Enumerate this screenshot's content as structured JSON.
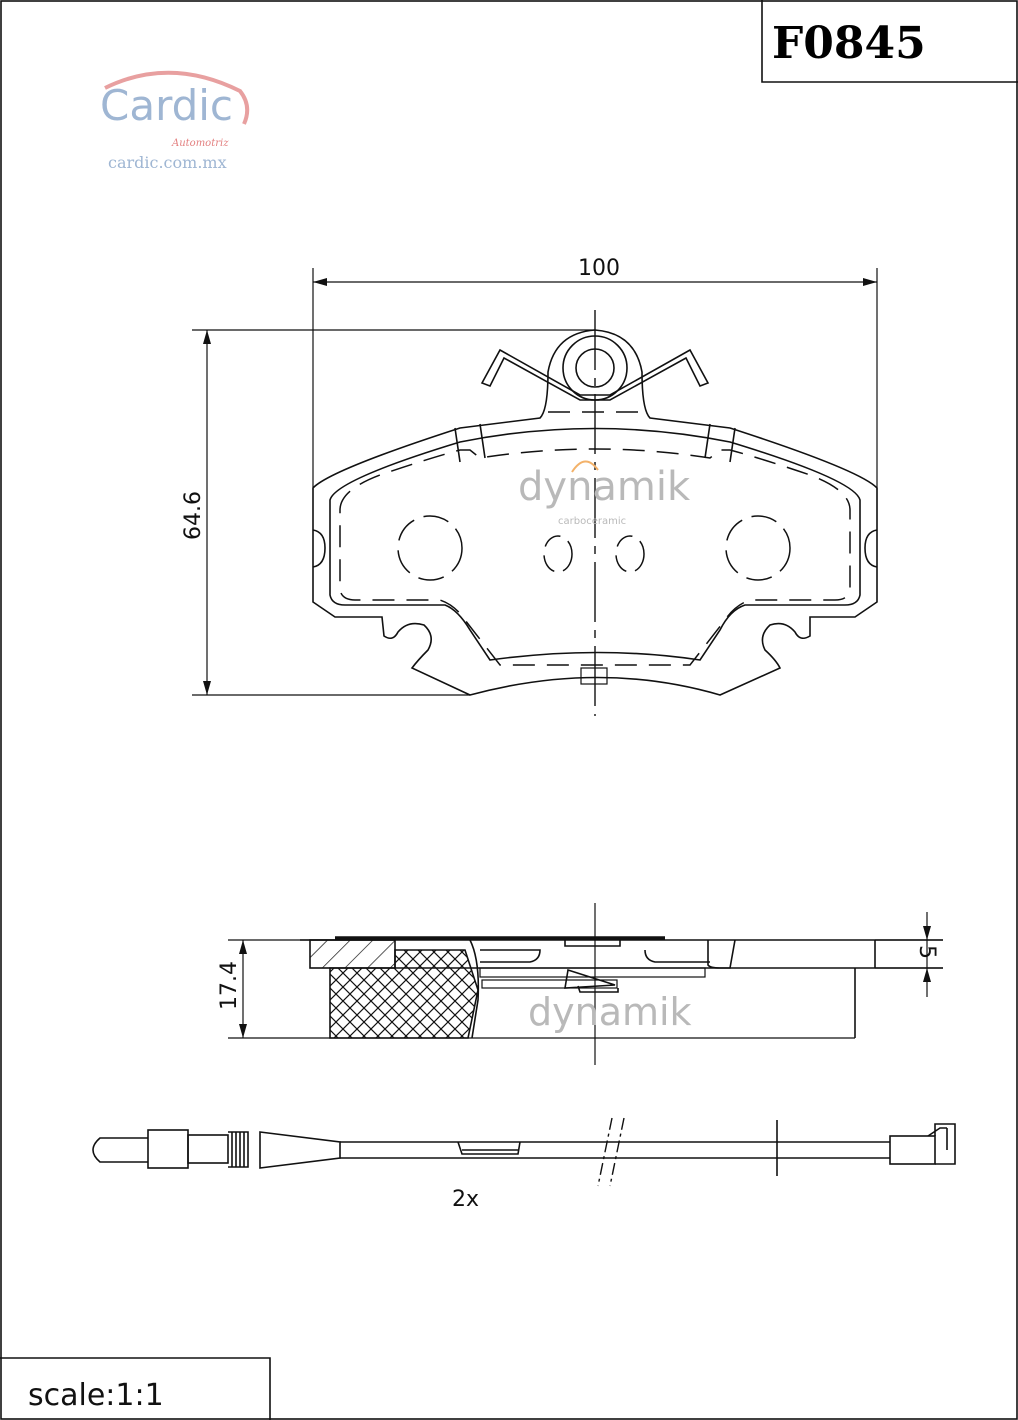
{
  "title_block": {
    "part_number": "F0845"
  },
  "logo": {
    "brand": "Cardic",
    "tagline": "Automotriz",
    "url": "cardic.com.mx"
  },
  "watermark": {
    "brand": "dynamik",
    "subtitle": "carboceramic"
  },
  "front_view": {
    "width_dimension": "100",
    "height_dimension": "64.6"
  },
  "side_view": {
    "thickness_dimension": "17.4",
    "backing_plate_dimension": "5"
  },
  "sensor": {
    "quantity_label": "2x"
  },
  "footer": {
    "scale_label": "scale:1:1"
  },
  "colors": {
    "logo_blue": "#9fb6d3",
    "logo_red": "#e8a0a0",
    "watermark_gray": "#b9b9b9",
    "watermark_orange": "#f3b26a"
  }
}
